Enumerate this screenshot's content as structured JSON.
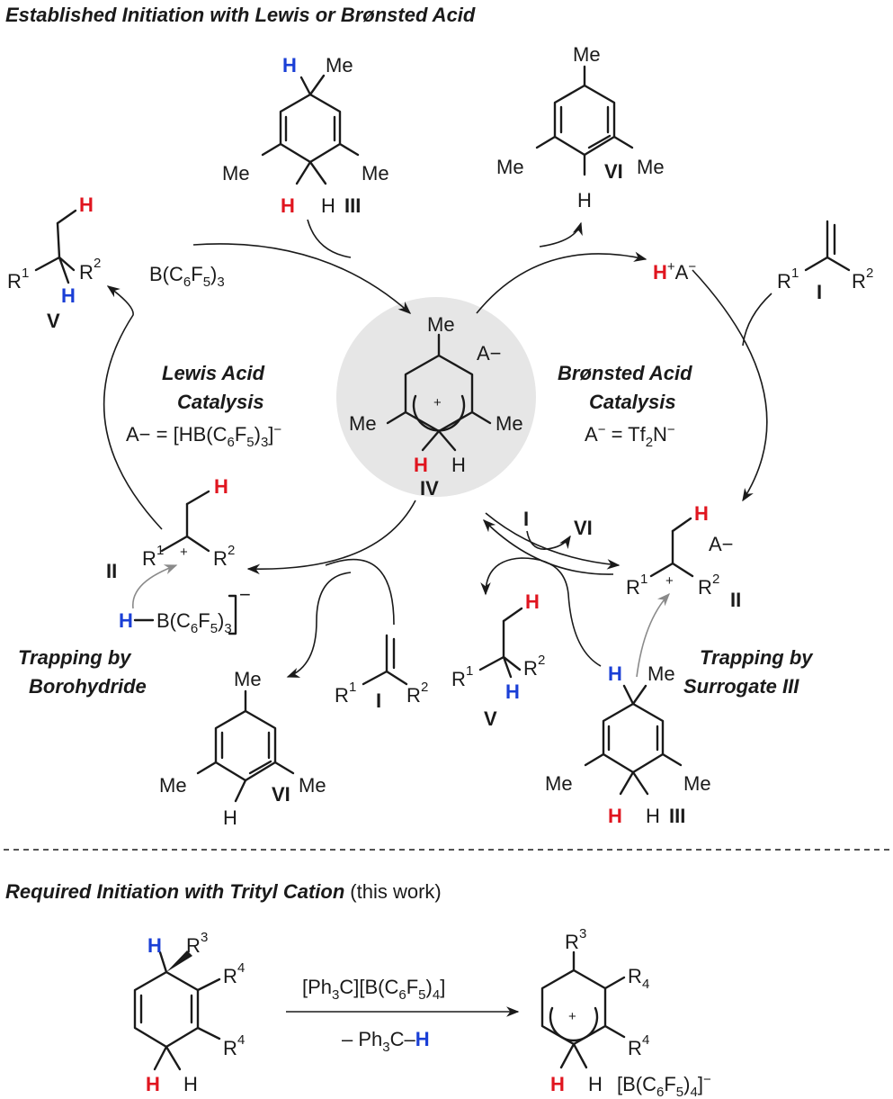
{
  "section_top": {
    "title": "Established Initiation with Lewis or Brønsted Acid"
  },
  "center": {
    "label": "IV",
    "substituent": "Me",
    "counterion": "A−",
    "charge": "+",
    "h_red": "H",
    "h_plain": "H"
  },
  "lewis": {
    "title_line1": "Lewis Acid",
    "title_line2": "Catalysis",
    "anion_prefix": "A− = [HB(C",
    "catalyst": "B(C6F5)3",
    "trapping_line1": "Trapping by",
    "trapping_line2": "Borohydride"
  },
  "bronsted": {
    "title_line1": "Brønsted Acid",
    "title_line2": "Catalysis",
    "anion": "A− = Tf2N−",
    "acid": "H+A−",
    "trapping_line1": "Trapping by",
    "trapping_line2": "Surrogate III"
  },
  "labels": {
    "I": "I",
    "II": "II",
    "III": "III",
    "V": "V",
    "VI": "VI"
  },
  "atoms": {
    "Me": "Me",
    "H": "H",
    "R": "R",
    "sup1": "1",
    "sup2": "2",
    "sup3": "3",
    "sup4": "4",
    "sub4": "4"
  },
  "section_bottom": {
    "title": "Required Initiation with Trityl Cation",
    "note": "(this work)",
    "reagent": "[Ph3C][B(C6F5)4]",
    "byproduct_prefix": "– Ph3C–",
    "byproduct_h": "H",
    "product_anion": "[B(C6F5)4]−"
  }
}
